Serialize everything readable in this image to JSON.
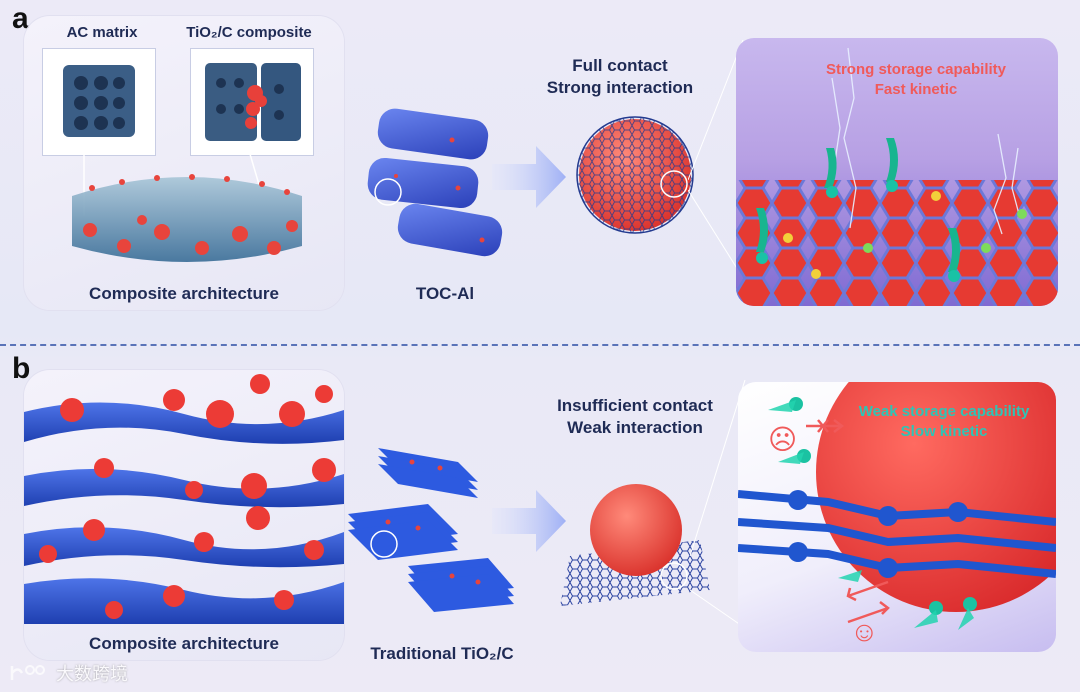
{
  "panel_a": {
    "letter": "a",
    "inset_left_label": "AC matrix",
    "inset_right_label": "TiO₂/C composite",
    "architecture_label": "Composite architecture",
    "particles_label": "TOC-Al",
    "contact_lines": [
      "Full contact",
      "Strong interaction"
    ],
    "zoom_lines": [
      "Strong storage capability",
      "Fast kinetic"
    ]
  },
  "panel_b": {
    "letter": "b",
    "architecture_label": "Composite architecture",
    "particles_label": "Traditional TiO₂/C",
    "contact_lines": [
      "Insufficient contact",
      "Weak interaction"
    ],
    "zoom_lines": [
      "Weak storage capability",
      "Slow kinetic"
    ],
    "sad_face": "☹",
    "happy_face": "☺"
  },
  "watermark": "大数跨境",
  "colors": {
    "accent_red": "#f05a5a",
    "accent_teal": "#2ec4b6",
    "label_navy": "#1f2b55",
    "divider_blue": "#5a73b8"
  }
}
